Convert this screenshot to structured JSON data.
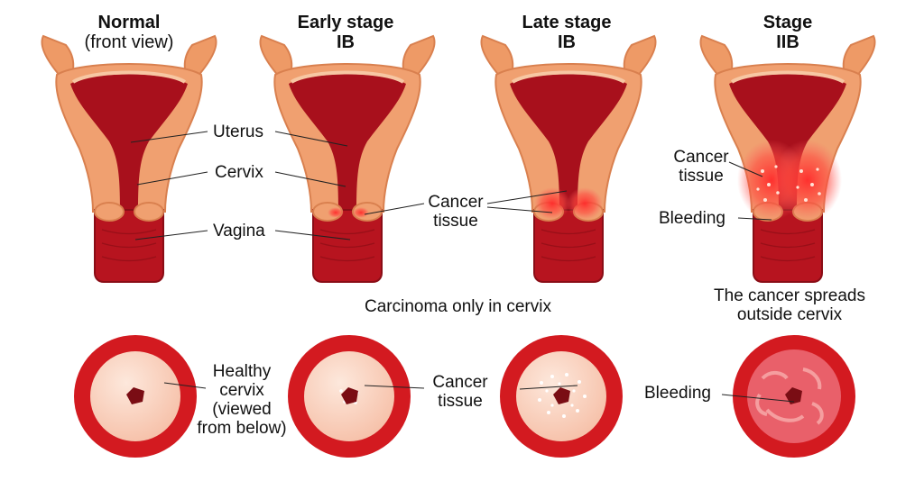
{
  "headers": [
    {
      "line1": "Normal",
      "line2": "(front view)"
    },
    {
      "line1": "Early stage",
      "line2": "IB"
    },
    {
      "line1": "Late stage",
      "line2": "IB"
    },
    {
      "line1": "Stage",
      "line2": "IIB"
    }
  ],
  "labels": {
    "uterus": "Uterus",
    "cervix": "Cervix",
    "vagina": "Vagina",
    "cancer_tissue_1": "Cancer",
    "cancer_tissue_2": "tissue",
    "stage_cancer_1": "Cancer",
    "stage_cancer_2": "tissue",
    "bleeding_top": "Bleeding",
    "healthy_1": "Healthy",
    "healthy_2": "cervix",
    "healthy_3": "(viewed",
    "healthy_4": "from below)",
    "bottom_cancer_1": "Cancer",
    "bottom_cancer_2": "tissue",
    "bleeding_bottom": "Bleeding"
  },
  "captions": {
    "carcinoma": "Carcinoma only in cervix",
    "spreads_1": "The cancer spreads",
    "spreads_2": "outside cervix"
  },
  "colors": {
    "uterus_outer": "#f0a070",
    "uterus_inner": "#a8101c",
    "lining": "#f7c7a3",
    "cancer": "#ff3030",
    "ring": "#d31a20",
    "cervix_face": "#fbd8c8"
  }
}
